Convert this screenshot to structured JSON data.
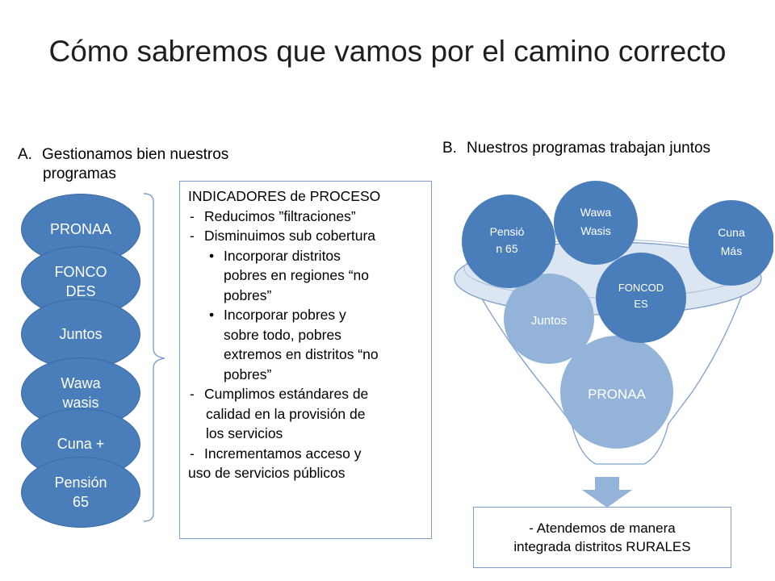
{
  "slide": {
    "title": "Cómo sabremos que vamos por el camino correcto",
    "section_a": {
      "label": "A.",
      "line1": "Gestionamos bien nuestros",
      "line2": "programas"
    },
    "section_b": {
      "label": "B.",
      "text": "Nuestros programas trabajan juntos"
    },
    "programs_a": [
      {
        "line1": "PRONAA",
        "line2": ""
      },
      {
        "line1": "FONCO",
        "line2": "DES"
      },
      {
        "line1": "Juntos",
        "line2": ""
      },
      {
        "line1": "Wawa",
        "line2": "wasis"
      },
      {
        "line1": "Cuna +",
        "line2": ""
      },
      {
        "line1": "Pensión",
        "line2": "65"
      }
    ],
    "indicators": {
      "heading": "INDICADORES de PROCESO",
      "dash1": "Reducimos  ”filtraciones”",
      "dash2": "Disminuimos sub cobertura",
      "bullet1": [
        "Incorporar distritos",
        "pobres en regiones “no",
        "pobres”"
      ],
      "bullet2": [
        "Incorporar pobres y",
        "sobre todo, pobres",
        "extremos en distritos “no",
        "pobres”"
      ],
      "dash3": [
        "Cumplimos estándares de",
        "calidad en la provisión de",
        "los servicios"
      ],
      "dash4": [
        "Incrementamos acceso y",
        "uso de servicios públicos"
      ]
    },
    "diagram": {
      "pension": [
        "Pensió",
        "n 65"
      ],
      "wawa": [
        "Wawa",
        "Wasis"
      ],
      "cuna": [
        "Cuna",
        "Más"
      ],
      "foncodes": [
        "FONCOD",
        "ES"
      ],
      "juntos": "Juntos",
      "pronaa": "PRONAA"
    },
    "result": {
      "line1": "- Atendemos de manera",
      "line2": "integrada distritos RURALES"
    },
    "colors": {
      "circle_dark": "#4a7ebb",
      "circle_light": "#94b3d9",
      "funnel_fill": "#dce6f2",
      "stroke": "#7f9fcb"
    }
  }
}
